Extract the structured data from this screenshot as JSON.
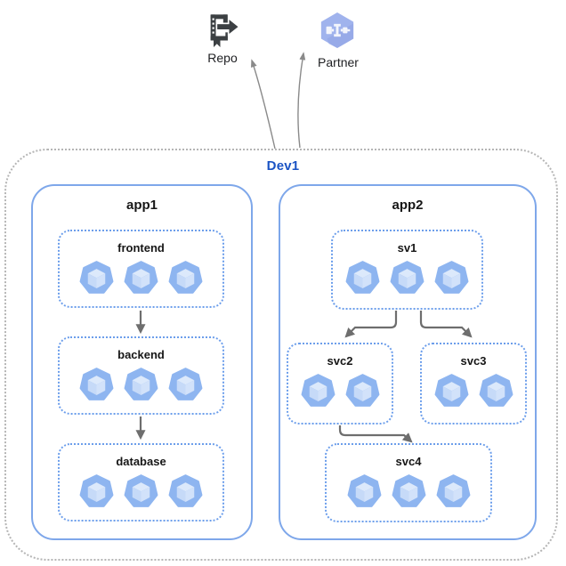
{
  "colors": {
    "devBorder": "#b5b5b5",
    "devText": "#1a53c4",
    "appBorder": "#7ea7ea",
    "svcBorder": "#6c9eeb",
    "labelText": "#161616",
    "podBody": "#8eb5f0",
    "podTop": "#dce9fb",
    "podLeft": "#c6daf8",
    "podRight": "#d2e2fa",
    "arrow": "#6e6e6e",
    "curveArrow": "#8a8a8a",
    "repoIcon": "#3c4043",
    "partnerHex": "#a0b3ed",
    "partnerHexShade": "#8fa3e4"
  },
  "external": {
    "repo": {
      "label": "Repo",
      "icon": "source-repository-icon"
    },
    "partner": {
      "label": "Partner",
      "icon": "partner-hexagon-icon"
    }
  },
  "environment": {
    "label": "Dev1"
  },
  "apps": [
    {
      "label": "app1",
      "services": [
        {
          "label": "frontend",
          "pods": 3
        },
        {
          "label": "backend",
          "pods": 3
        },
        {
          "label": "database",
          "pods": 3
        }
      ]
    },
    {
      "label": "app2",
      "services": [
        {
          "label": "sv1",
          "pods": 3
        },
        {
          "label": "svc2",
          "pods": 2
        },
        {
          "label": "svc3",
          "pods": 2
        },
        {
          "label": "svc4",
          "pods": 3
        }
      ]
    }
  ],
  "edges": [
    {
      "from": "frontend",
      "to": "backend"
    },
    {
      "from": "backend",
      "to": "database"
    },
    {
      "from": "sv1",
      "to": "svc2"
    },
    {
      "from": "sv1",
      "to": "svc3"
    },
    {
      "from": "svc2",
      "to": "svc4"
    },
    {
      "from": "Dev1",
      "to": "Repo"
    },
    {
      "from": "Dev1",
      "to": "Partner"
    }
  ]
}
